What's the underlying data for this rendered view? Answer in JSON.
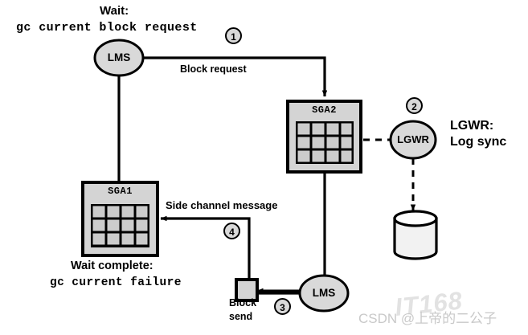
{
  "diagram": {
    "title_text": "Wait:",
    "top_wait": {
      "title": "Wait:",
      "code": "gc current block request"
    },
    "bottom_wait": {
      "title": "Wait complete:",
      "code": "gc current failure"
    },
    "nodes": {
      "lms_top": "LMS",
      "lms_bottom": "LMS",
      "lgwr": "LGWR",
      "sga1": "SGA1",
      "sga2": "SGA2"
    },
    "edges": {
      "block_request": "Block request",
      "side_channel": "Side channel message"
    },
    "lgwr_annotation": {
      "line1": "LGWR:",
      "line2": "Log sync"
    },
    "block_send": {
      "line1": "Block",
      "line2": "send"
    },
    "steps": {
      "one": "1",
      "two": "2",
      "three": "3",
      "four": "4"
    },
    "watermark": {
      "credit": "CSDN @上帝的二公子",
      "logo": "IT168"
    },
    "colors": {
      "stroke": "#000000",
      "node_fill": "#d9d9d9",
      "sga_fill": "#d4d4d4",
      "cell_fill": "#cccccc",
      "cylinder_fill": "#f2f2f2",
      "background": "#ffffff",
      "watermark": "#c9c9c9"
    }
  }
}
